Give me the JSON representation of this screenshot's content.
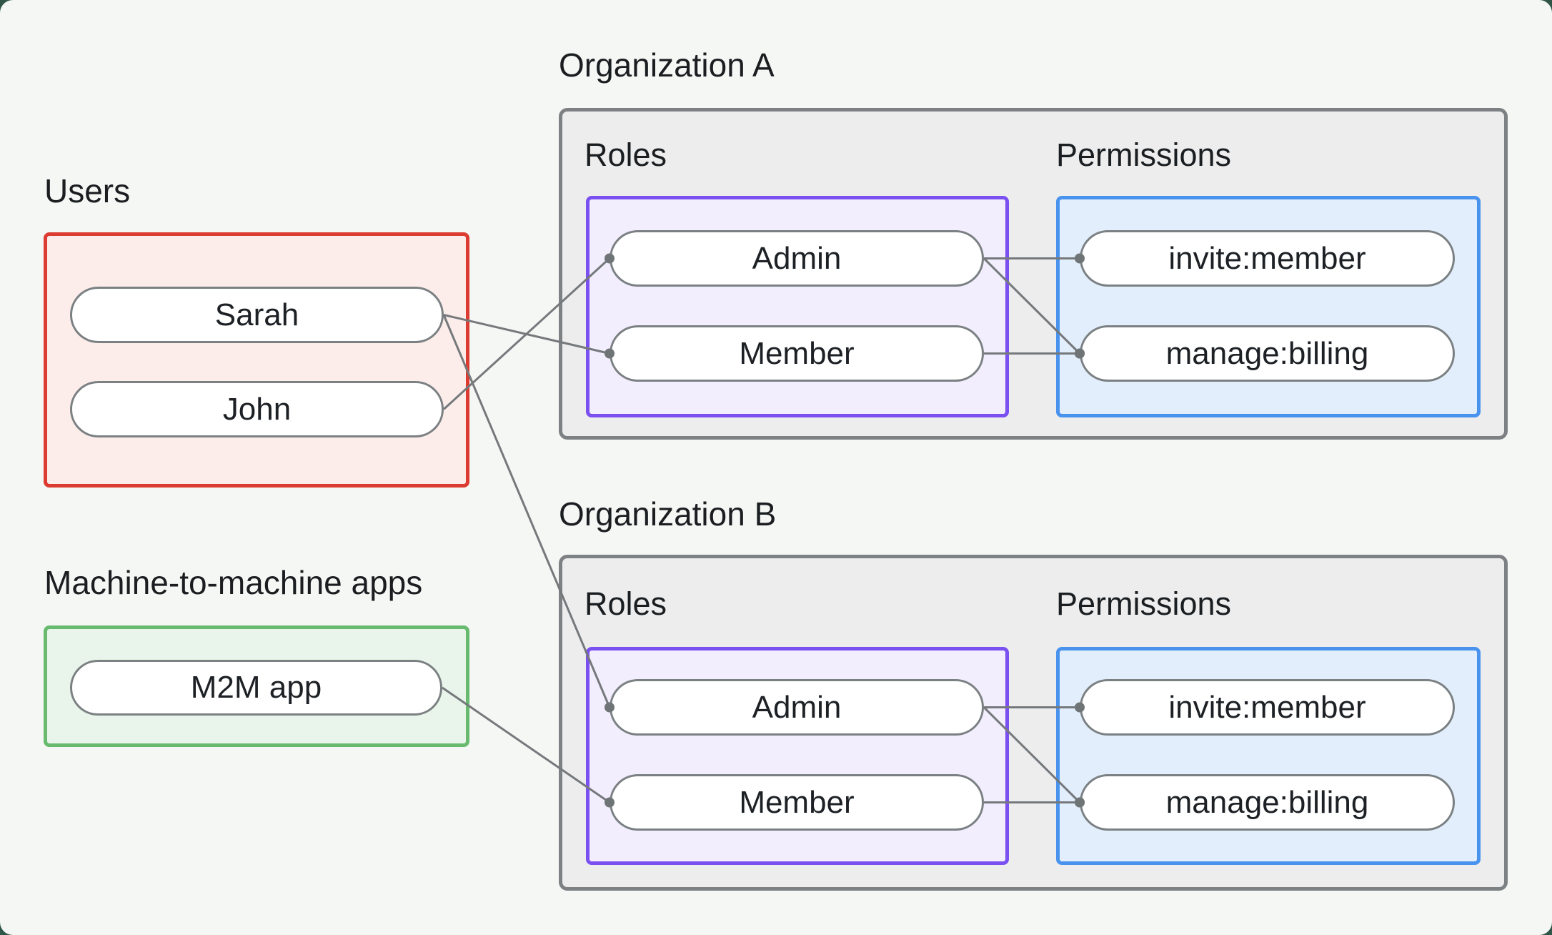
{
  "diagram": {
    "users_group": {
      "label": "Users",
      "members": [
        "Sarah",
        "John"
      ]
    },
    "m2m_group": {
      "label": "Machine-to-machine apps",
      "members": [
        "M2M app"
      ]
    },
    "organizations": [
      {
        "label": "Organization A",
        "roles": {
          "label": "Roles",
          "items": [
            "Admin",
            "Member"
          ]
        },
        "permissions": {
          "label": "Permissions",
          "items": [
            "invite:member",
            "manage:billing"
          ]
        }
      },
      {
        "label": "Organization B",
        "roles": {
          "label": "Roles",
          "items": [
            "Admin",
            "Member"
          ]
        },
        "permissions": {
          "label": "Permissions",
          "items": [
            "invite:member",
            "manage:billing"
          ]
        }
      }
    ],
    "connections": [
      {
        "from": "sarah",
        "to": "orgA-member"
      },
      {
        "from": "john",
        "to": "orgA-admin"
      },
      {
        "from": "sarah",
        "to": "orgB-admin"
      },
      {
        "from": "m2m-app",
        "to": "orgB-member"
      },
      {
        "from": "orgA-admin",
        "to": "orgA-invite"
      },
      {
        "from": "orgA-admin",
        "to": "orgA-manage"
      },
      {
        "from": "orgA-member",
        "to": "orgA-manage"
      },
      {
        "from": "orgB-admin",
        "to": "orgB-invite"
      },
      {
        "from": "orgB-admin",
        "to": "orgB-manage"
      },
      {
        "from": "orgB-member",
        "to": "orgB-manage"
      }
    ],
    "colors": {
      "users_border": "#dc3b31",
      "users_fill": "#fcedeb",
      "m2m_border": "#68bb6e",
      "m2m_fill": "#e9f5ea",
      "org_border": "#7d8184",
      "org_fill": "#ededee",
      "roles_border": "#7a50f0",
      "roles_fill": "#f3eefe",
      "permissions_border": "#4993ef",
      "permissions_fill": "#e2eefb",
      "connector": "#75797c",
      "connector_dot": "#6f7477"
    }
  }
}
